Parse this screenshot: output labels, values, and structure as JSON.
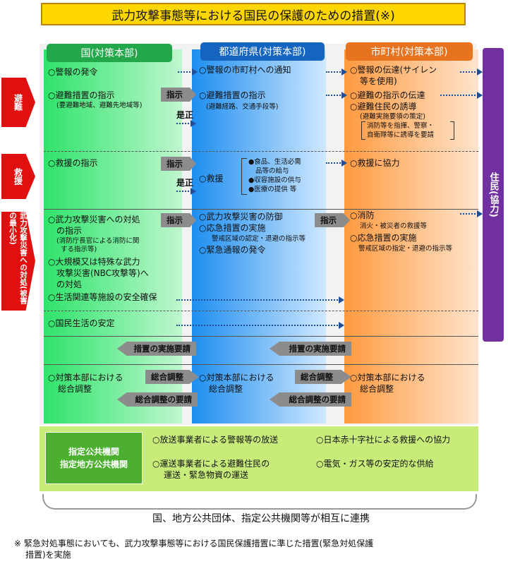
{
  "title": "武力攻撃事態等における国民の保護のための措置(※)",
  "columns": {
    "kuni": "国(対策本部)",
    "ken": "都道府県(対策本部)",
    "shi": "市町村(対策本部)"
  },
  "resident": "住民(協力)",
  "rows": {
    "hinan": "避難",
    "kyuen": "救援",
    "buryoku": "武力攻撃災害への対処(被害の最小化)"
  },
  "kuni": {
    "k1": "○警報の発令",
    "k2": "○避難措置の指示",
    "k2s": "(要避難地域、避難先地域等)",
    "k3": "○救援の指示",
    "k4a": "○武力攻撃災害への対処",
    "k4b": "の指示",
    "k4s1": "(消防庁長官による消防に関",
    "k4s2": "する指示等)",
    "k5a": "○大規模又は特殊な武力",
    "k5b": "攻撃災害(NBC攻撃等)へ",
    "k5c": "の対処",
    "k6": "○生活関連等施設の安全確保",
    "k7": "○国民生活の安定",
    "k8a": "○対策本部における",
    "k8b": "総合調整"
  },
  "ken": {
    "p1": "○警報の市町村への通知",
    "p2": "○避難措置の指示",
    "p2s": "(避難経路、交通手段等)",
    "p3": "○救援",
    "p3i1": "●食品、生活必需",
    "p3i1b": "品等の給与",
    "p3i2": "●収容施設の供与",
    "p3i3": "●医療の提供 等",
    "p4": "○武力攻撃災害の防御",
    "p5": "○応急措置の実施",
    "p5s": "警戒区域の認定・退避の指示等",
    "p6": "○緊急通報の発令",
    "p7a": "○対策本部における",
    "p7b": "総合調整"
  },
  "shi": {
    "m1": "○警報の伝達(サイレン",
    "m1b": "等を使用)",
    "m2": "○避難の指示の伝達",
    "m3": "○避難住民の誘導",
    "m3s1": "(避難実施要領の策定)",
    "m3s2": "消防等を指揮、警察・",
    "m3s3": "自衛隊等に誘導を要請",
    "m4": "○救援に協力",
    "m5": "○消防",
    "m5s": "消火・被災者の救援等",
    "m6": "○応急措置の実施",
    "m6s": "警戒区域の指定・退避の指示等",
    "m7a": "○対策本部における",
    "m7b": "総合調整"
  },
  "arrows": {
    "shiji": "指示",
    "zesei": "是正",
    "sochi_yousei": "措置の実施要請",
    "sogo_chosei": "総合調整",
    "sogo_chosei_yousei": "総合調整の要請"
  },
  "designated": {
    "label1": "指定公共機関",
    "label2": "指定地方公共機関",
    "d1": "○放送事業者による警報等の放送",
    "d2": "○日本赤十字社による救援への協力",
    "d3a": "○運送事業者による避難住民の",
    "d3b": "運送・緊急物資の運送",
    "d4": "○電気・ガス等の安定的な供給"
  },
  "cooperation": "国、地方公共団体、指定公共機関等が相互に連携",
  "footnote1": "※ 緊急対処事態においても、武力攻撃事態等における国民保護措置に準じた措置(緊急対処保護",
  "footnote2": "措置)を実施"
}
